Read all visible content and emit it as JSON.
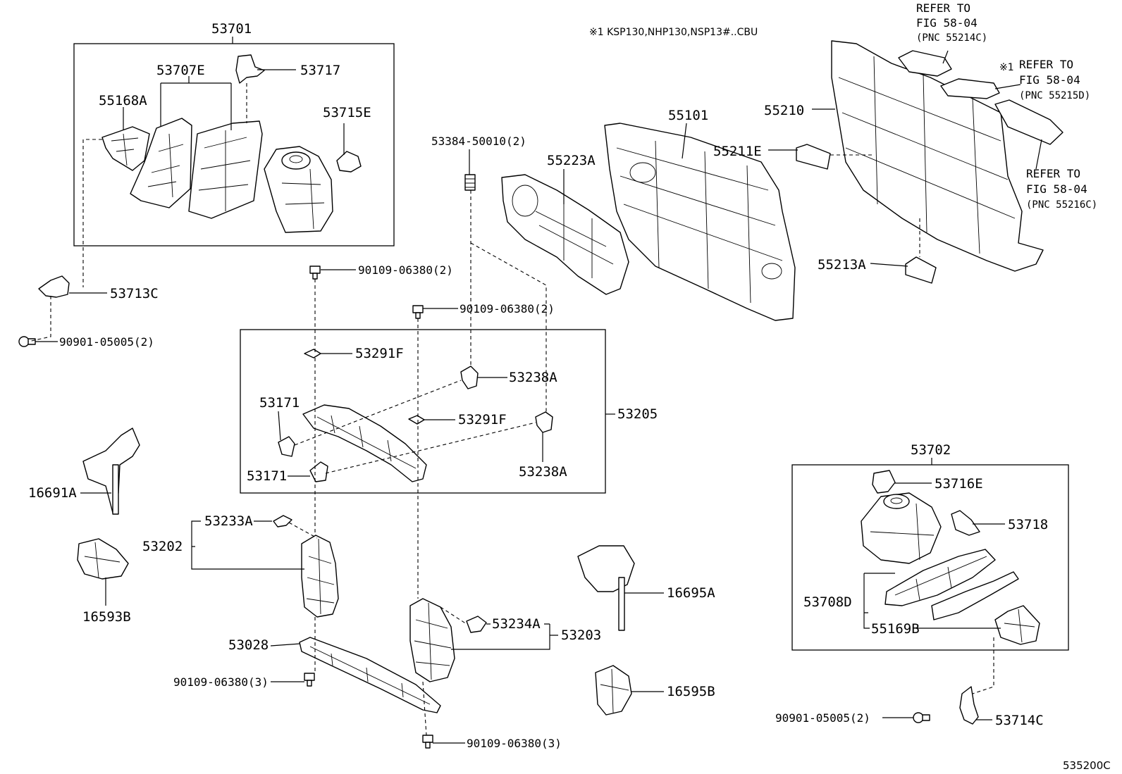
{
  "note": "※1 KSP130,NHP130,NSP13#..CBU",
  "diagram_code": "535200C",
  "labels": {
    "p53701": "53701",
    "p53707E": "53707E",
    "p53717": "53717",
    "p55168A": "55168A",
    "p53715E": "53715E",
    "p53713C": "53713C",
    "p90901_05005_left": "90901-05005(2)",
    "p53384": "53384-50010(2)",
    "p90109_a": "90109-06380(2)",
    "p90109_b": "90109-06380(2)",
    "p55223A": "55223A",
    "p55101": "55101",
    "p55210": "55210",
    "p55211E": "55211E",
    "p55213A": "55213A",
    "p53291F_a": "53291F",
    "p53291F_b": "53291F",
    "p53238A_a": "53238A",
    "p53238A_b": "53238A",
    "p53171_a": "53171",
    "p53171_b": "53171",
    "p53205": "53205",
    "p16691A": "16691A",
    "p53233A": "53233A",
    "p53202": "53202",
    "p16593B": "16593B",
    "p53028": "53028",
    "p90109_c": "90109-06380(3)",
    "p90109_d": "90109-06380(3)",
    "p53234A": "53234A",
    "p53203": "53203",
    "p16695A": "16695A",
    "p16595B": "16595B",
    "p53702": "53702",
    "p53716E": "53716E",
    "p53718": "53718",
    "p53708D": "53708D",
    "p55169B": "55169B",
    "p90901_05005_right": "90901-05005(2)",
    "p53714C": "53714C"
  },
  "refs": {
    "r1_l1": "REFER TO",
    "r1_l2": "FIG 58-04",
    "r1_l3": "(PNC 55214C)",
    "r2_mark": "※1",
    "r2_l1": "REFER TO",
    "r2_l2": "FIG 58-04",
    "r2_l3": "(PNC 55215D)",
    "r3_l1": "REFER TO",
    "r3_l2": "FIG 58-04",
    "r3_l3": "(PNC 55216C)"
  }
}
